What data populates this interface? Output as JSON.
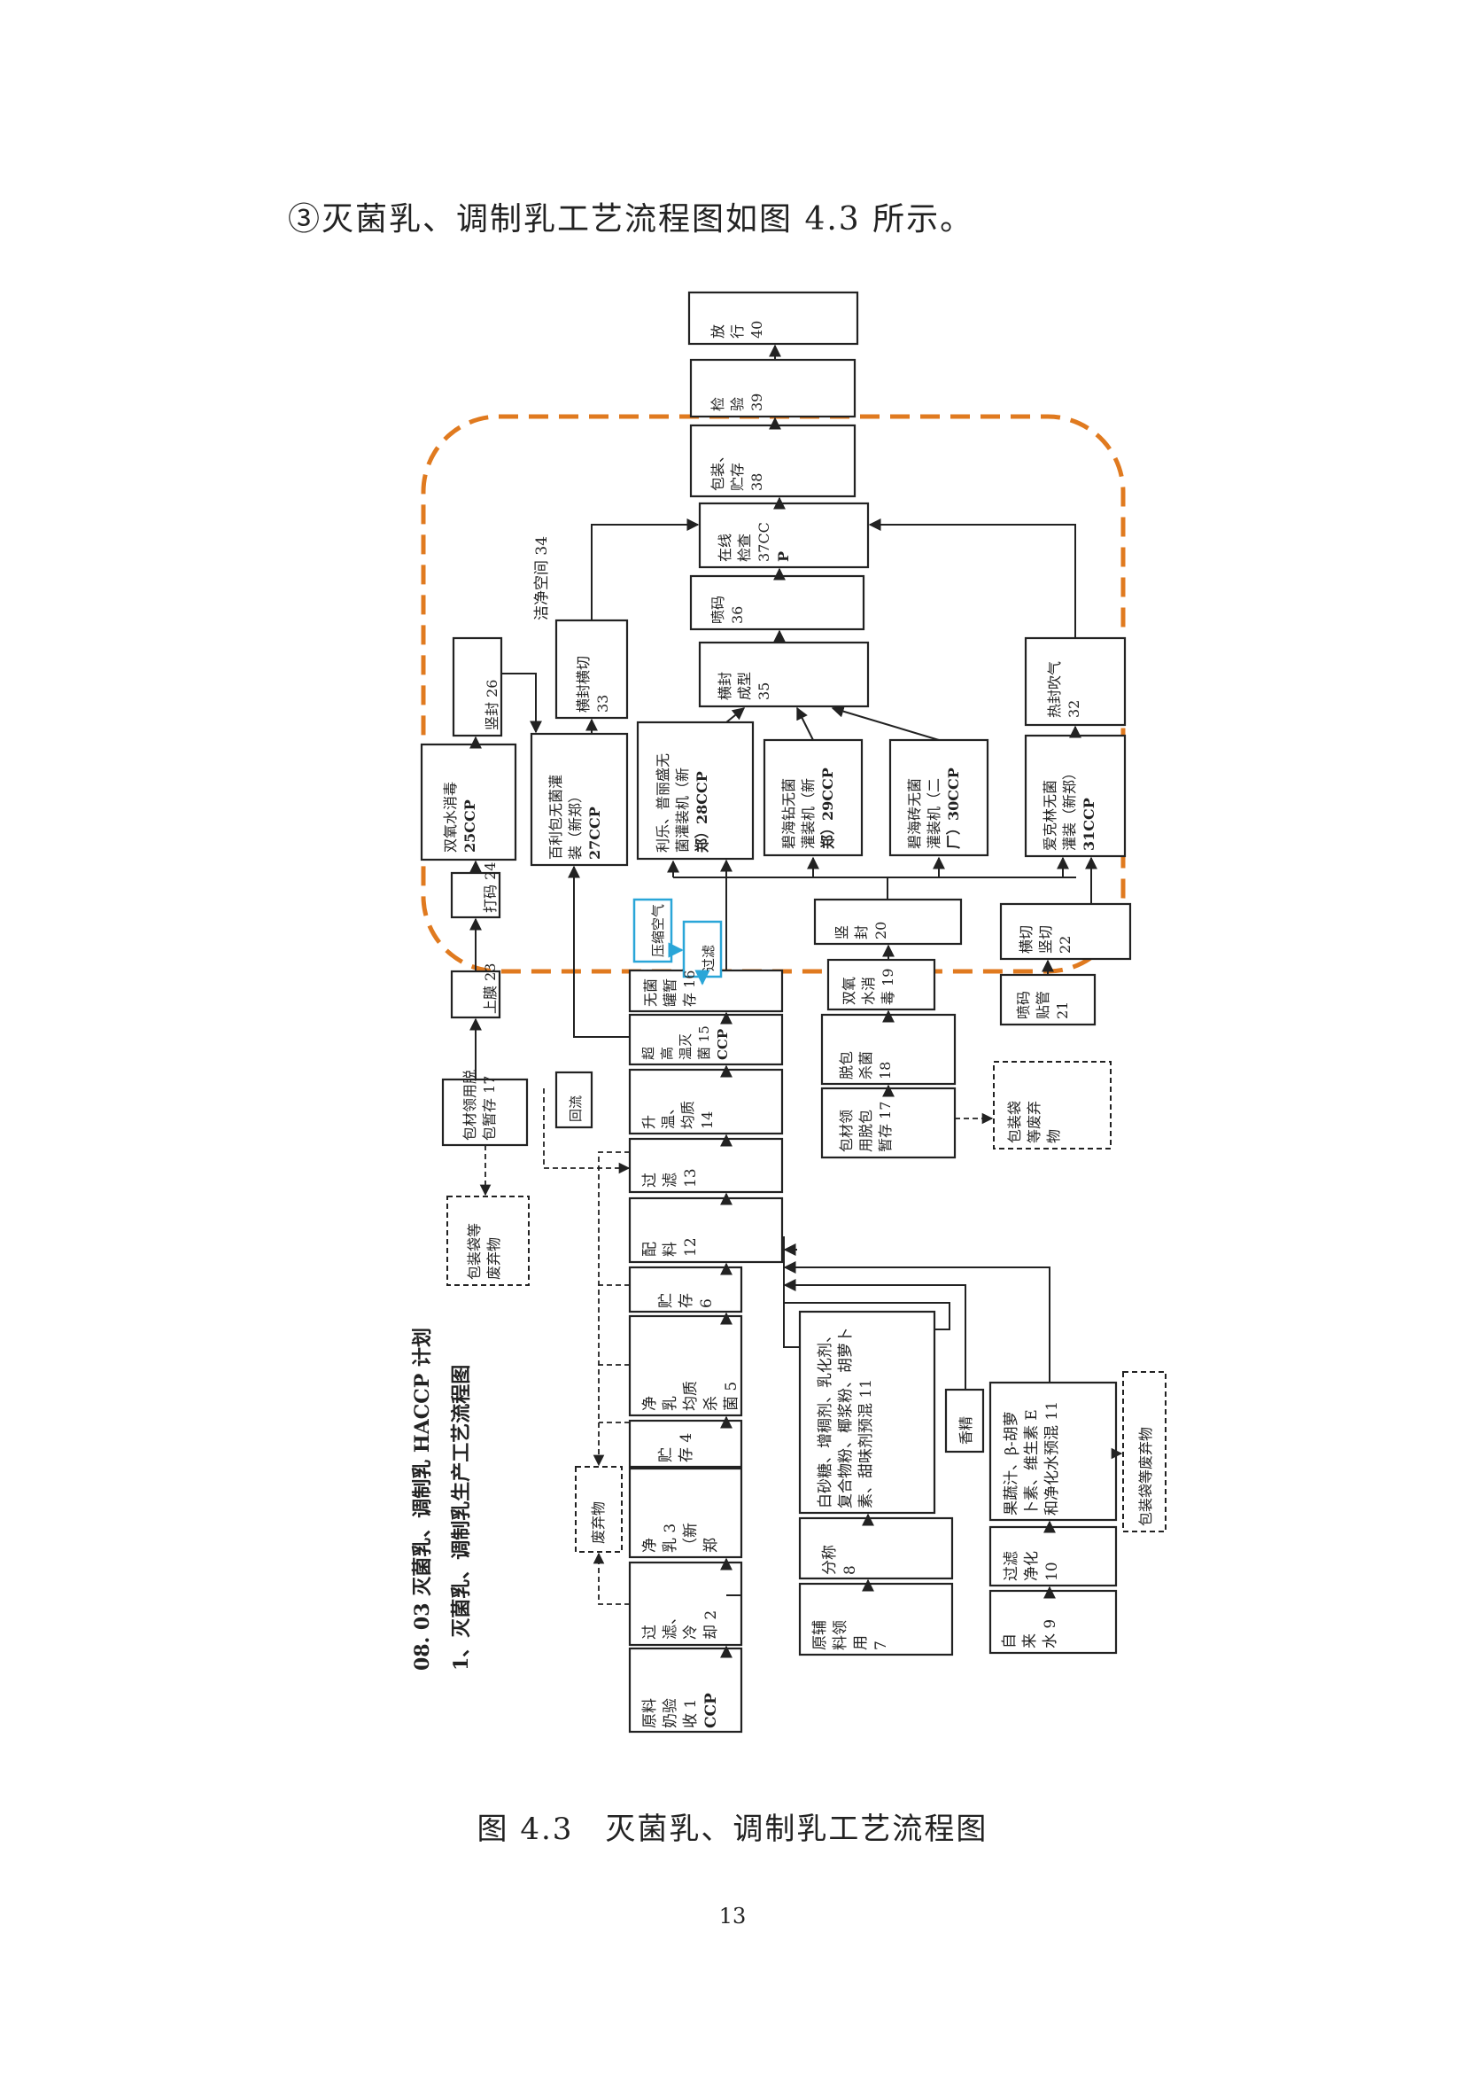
{
  "intro_text": "③灭菌乳、调制乳工艺流程图如图 4.3 所示。",
  "figure_caption": "图 4.3　灭菌乳、调制乳工艺流程图",
  "page_number": "13",
  "accent_color": "#e07a1f",
  "flow_color_blue": "#2aa6d8",
  "doc_titles": {
    "plan": "08. 03 灭菌乳、调制乳 HACCP 计划",
    "flow": "1、灭菌乳、调制乳生产工艺流程图"
  },
  "nodes": {
    "n1": [
      "原料",
      "奶验",
      "收 1",
      "CCP"
    ],
    "n2": [
      "过",
      "滤、",
      "冷",
      "却 2"
    ],
    "n3": [
      "净",
      "乳 3",
      "（新",
      "郑"
    ],
    "n4": [
      "贮",
      "存 4"
    ],
    "n5": [
      "净",
      "乳",
      "均质",
      "杀",
      "菌 5"
    ],
    "n6": [
      "贮",
      "存",
      "6"
    ],
    "n7": [
      "原辅",
      "料领",
      "用",
      "7"
    ],
    "n8": [
      "分称",
      "8"
    ],
    "n11a": [
      "白砂糖、增稠剂、乳化剂、",
      "复合物粉、椰浆粉、胡萝卜",
      "素、甜味剂预混 11"
    ],
    "n9": [
      "自",
      "来",
      "水 9"
    ],
    "n10": [
      "过滤",
      "净化",
      "10"
    ],
    "n11b": [
      "果蔬汁、β-胡萝",
      "卜素、维生素 E",
      "和净化水预混 11"
    ],
    "flavor": [
      "香精"
    ],
    "waste1": [
      "废弃物"
    ],
    "waste2": [
      "包装袋等废弃物"
    ],
    "n12": [
      "配",
      "料",
      "12"
    ],
    "n13": [
      "过",
      "滤",
      "13"
    ],
    "n14": [
      "升",
      "温、",
      "均质",
      "14"
    ],
    "n15": [
      "超",
      "高",
      "温灭",
      "菌 15",
      "CCP"
    ],
    "n16": [
      "无菌",
      "罐暂",
      "存 16"
    ],
    "reflow": [
      "回流"
    ],
    "n17a": [
      "包材领用脱",
      "包暂存 17"
    ],
    "n17b": [
      "包材领",
      "用脱包",
      "暂存 17"
    ],
    "waste3": [
      "包装袋等",
      "废弃物"
    ],
    "waste4": [
      "包装袋",
      "等废弃",
      "物"
    ],
    "n18": [
      "脱包",
      "杀菌",
      "18"
    ],
    "n19": [
      "双氧",
      "水消",
      "毒 19"
    ],
    "n20": [
      "竖",
      "封",
      "20"
    ],
    "n21": [
      "喷码",
      "贴管",
      "21"
    ],
    "n22": [
      "横切",
      "竖切",
      "22"
    ],
    "n23": [
      "上膜 23"
    ],
    "n24": [
      "打码 24"
    ],
    "n25": [
      "双氧水消毒",
      "25CCP"
    ],
    "n26": [
      "竖封 26"
    ],
    "n27": [
      "百利包无菌灌",
      "装（新郑）",
      "27CCP"
    ],
    "n28": [
      "利乐、普丽盛无",
      "菌灌装机（新",
      "郑）28CCP"
    ],
    "n29": [
      "碧海钻无菌",
      "灌装机（新",
      "郑）29CCP"
    ],
    "n30": [
      "碧海砖无菌",
      "灌装机（二",
      "厂）30CCP"
    ],
    "n31": [
      "爱克林无菌",
      "灌装（新郑）",
      "31CCP"
    ],
    "n32": [
      "热封吹气",
      "32"
    ],
    "n33": [
      "横封横切",
      "33"
    ],
    "clean_room": [
      "洁净空间 34"
    ],
    "n35": [
      "横封",
      "成型",
      "35"
    ],
    "n36": [
      "喷码",
      "36"
    ],
    "n37": [
      "在线",
      "检查",
      "37CC",
      "P"
    ],
    "n38": [
      "包装、",
      "贮存",
      "38"
    ],
    "n39": [
      "检",
      "验",
      "39"
    ],
    "n40": [
      "放",
      "行",
      "40"
    ],
    "air": [
      "压缩空气"
    ],
    "filter": [
      "过滤"
    ]
  }
}
